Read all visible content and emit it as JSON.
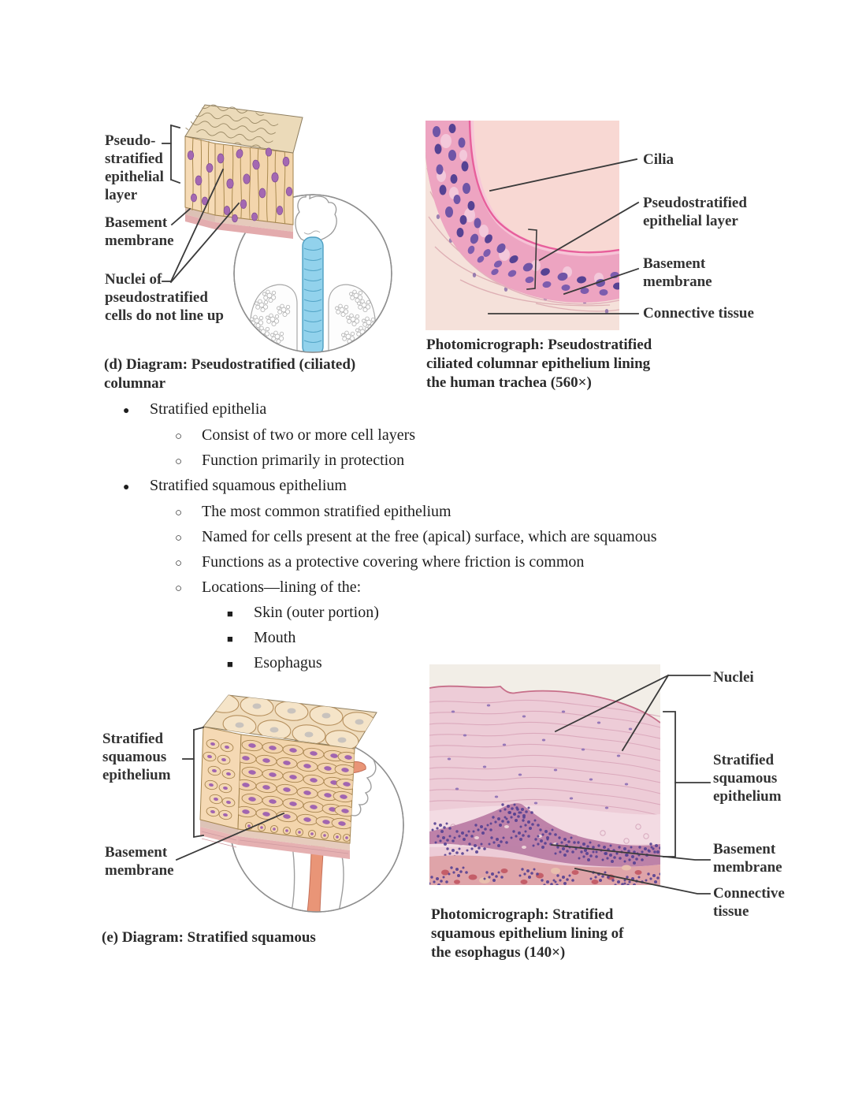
{
  "figure_d_diagram": {
    "label_epithelial_layer": "Pseudo-\nstratified\nepithelial\nlayer",
    "label_basement_membrane": "Basement\nmembrane",
    "label_nuclei": "Nuclei of\npseudostratified\ncells do not line up",
    "caption": "(d) Diagram: Pseudostratified (ciliated)\ncolumnar"
  },
  "figure_d_micrograph": {
    "label_cilia": "Cilia",
    "label_epithelial_layer": "Pseudostratified\nepithelial layer",
    "label_basement_membrane": "Basement\nmembrane",
    "label_connective_tissue": "Connective tissue",
    "caption": "Photomicrograph: Pseudostratified\nciliated columnar epithelium lining\nthe human trachea (560×)"
  },
  "bullet_glyphs": {
    "l1": "●",
    "l2": "○",
    "l3": "■"
  },
  "notes": [
    {
      "level": 1,
      "text": "Stratified epithelia"
    },
    {
      "level": 2,
      "text": "Consist of two or more cell layers"
    },
    {
      "level": 2,
      "text": "Function primarily in protection"
    },
    {
      "level": 1,
      "text": "Stratified squamous epithelium"
    },
    {
      "level": 2,
      "text": "The most common stratified epithelium"
    },
    {
      "level": 2,
      "text": "Named for cells present at the free (apical) surface, which are squamous"
    },
    {
      "level": 2,
      "text": "Functions as a protective covering where friction is common"
    },
    {
      "level": 2,
      "text": "Locations—lining of the:"
    },
    {
      "level": 3,
      "text": "Skin (outer portion)"
    },
    {
      "level": 3,
      "text": "Mouth"
    },
    {
      "level": 3,
      "text": "Esophagus"
    }
  ],
  "figure_e_diagram": {
    "label_epithelium": "Stratified\nsquamous\nepithelium",
    "label_basement_membrane": "Basement\nmembrane",
    "caption": "(e) Diagram: Stratified squamous"
  },
  "figure_e_micrograph": {
    "label_nuclei": "Nuclei",
    "label_epithelium": "Stratified\nsquamous\nepithelium",
    "label_basement_membrane": "Basement\nmembrane",
    "label_connective_tissue": "Connective\ntissue",
    "caption": "Photomicrograph: Stratified\nsquamous epithelium lining of\nthe esophagus (140×)"
  },
  "colors": {
    "label_text": "#333333",
    "body_text": "#1e1e1e",
    "micrograph_lumen_pink": "#f8d8d3",
    "epithelium_band_pink": "#eda4c1",
    "cilia_magenta": "#e75f9b",
    "nuclei_purple": "#6f55a6",
    "connective_pale_pink": "#f5e1da",
    "cell_tan": "#f3d5ac",
    "diagram_nucleus_purple": "#a468b2",
    "basement_strip": "#dcc1b5",
    "pink_strip": "#e3abad",
    "trachea_blue": "#92d2ec",
    "esophagus_salmon": "#e99577",
    "squamous_streak_pink": "#edccd7",
    "dense_basal_purple": "#bb7da5",
    "connective_red": "#c0525f"
  }
}
